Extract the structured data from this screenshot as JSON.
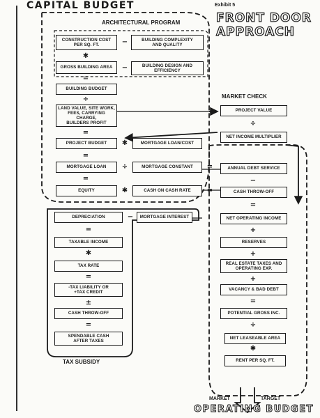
{
  "header": {
    "capital_budget": "CAPITAL BUDGET",
    "exhibit": "Exhibit 5",
    "front_door": "FRONT DOOR",
    "approach": "APPROACH"
  },
  "labels": {
    "architectural_program": "ARCHITECTURAL PROGRAM",
    "market_check": "MARKET CHECK",
    "tax_subsidy": "TAX SUBSIDY",
    "market": "MARKET",
    "target": "TARGET",
    "operating_budget": "OPERATING BUDGET"
  },
  "boxes": {
    "construction_cost": "CONSTRUCTION COST\nPER SQ. FT.",
    "building_complexity": "BUILDING COMPLEXITY\nAND QUALITY",
    "gross_building_area": "GROSS BUILDING AREA",
    "building_design": "BUILDING DESIGN AND\nEFFICIENCY",
    "building_budget": "BUILDING BUDGET",
    "land_value": "LAND VALUE, SITE WORK,\nFEES, CARRYING CHARGE,\nBUILDERS PROFIT",
    "project_budget": "PROJECT BUDGET",
    "mortgage_loan_cost": "MORTGAGE LOAN/COST",
    "mortgage_loan": "MORTGAGE LOAN",
    "mortgage_constant": "MORTGAGE CONSTANT",
    "equity": "EQUITY",
    "cash_on_cash": "CASH ON CASH RATE",
    "project_value": "PROJECT VALUE",
    "net_income_multiplier": "NET INCOME MULTIPLIER",
    "annual_debt_service": "ANNUAL DEBT SERVICE",
    "cash_throw_off_right": "CASH THROW-OFF",
    "net_operating_income": "NET OPERATING INCOME",
    "reserves": "RESERVES",
    "real_estate_taxes": "REAL ESTATE TAXES AND\nOPERATING EXP.",
    "vacancy": "VACANCY & BAD DEBT",
    "potential_gross": "POTENTIAL GROSS INC.",
    "net_leaseable_area": "NET LEASEABLE AREA",
    "rent_per_sqft": "RENT PER SQ. FT.",
    "depreciation": "DEPRECIATION",
    "mortgage_interest": "MORTGAGE INTEREST",
    "taxable_income": "TAXABLE INCOME",
    "tax_rate": "TAX RATE",
    "tax_liability": "-TAX LIABILITY  OR\n+TAX CREDIT",
    "cash_throw_off_left": "CASH THROW-OFF",
    "spendable_cash": "SPENDABLE CASH\nAFTER TAXES"
  },
  "operators": {
    "times": "✱",
    "equals": "=",
    "plus": "+",
    "minus": "−",
    "divide": "÷",
    "times_divide": "✱",
    "plus_minus": "±"
  },
  "colors": {
    "ink": "#1a1a1a",
    "paper": "#fbfbf8"
  }
}
